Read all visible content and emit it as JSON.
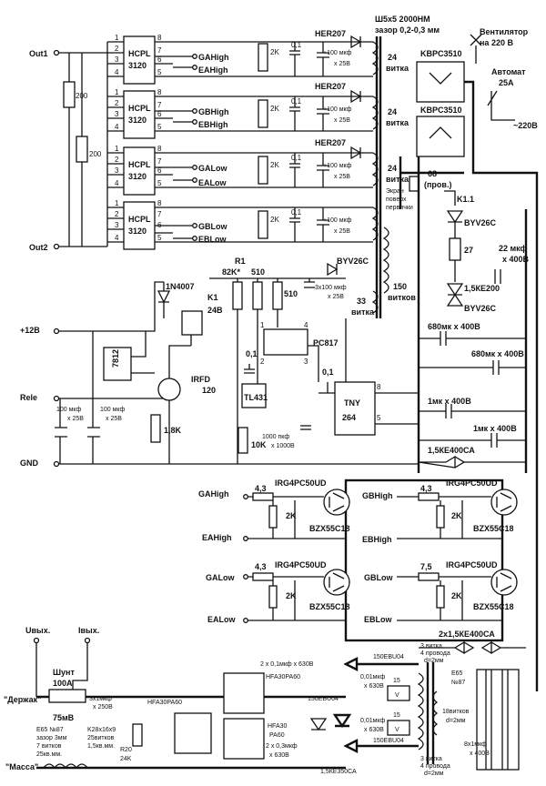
{
  "optocouplers": [
    {
      "name": "HCPL",
      "num": "3120",
      "out1": "GAHigh",
      "out2": "EAHigh"
    },
    {
      "name": "HCPL",
      "num": "3120",
      "out1": "GBHigh",
      "out2": "EBHigh"
    },
    {
      "name": "HCPL",
      "num": "3120",
      "out1": "GALow",
      "out2": "EALow"
    },
    {
      "name": "HCPL",
      "num": "3120",
      "out1": "GBLow",
      "out2": "EBLow"
    }
  ],
  "pins": {
    "p1": "1",
    "p2": "2",
    "p3": "3",
    "p4": "4",
    "p5": "5",
    "p6": "6",
    "p7": "7",
    "p8": "8"
  },
  "inputs": {
    "out1": "Out1",
    "out2": "Out2",
    "v12": "+12В",
    "rele": "Rele",
    "gnd": "GND"
  },
  "resistors": {
    "r200a": "200",
    "r200b": "200",
    "r2k": "2K",
    "r1_label": "R1",
    "r1_val": "82K*",
    "r510a": "510",
    "r510b": "510",
    "r18k": "1,8K",
    "r10k": "10K",
    "r27": "27",
    "r43a": "4,3",
    "r43b": "4,3",
    "r43c": "4,3",
    "r75": "7,5",
    "r2kg": "2K",
    "r20": "R20",
    "r20v": "24K"
  },
  "caps": {
    "c01": "0,1",
    "c100": "+100 мкф",
    "c25": "х 25В",
    "c3x100": "3х100 мкф",
    "c3x25": "х 25В",
    "c01b": "0,1",
    "c01c": "0,1",
    "c1000": "1000 пкф",
    "c1000v": "х 1000В",
    "c100a": "100 мкф",
    "c100b": "100 мкф",
    "c25a": "х 25В",
    "c25b": "х 25В",
    "c22": "22 мкф",
    "c22v": "х 400В",
    "c680a": "680мк х 400В",
    "c680b": "680мк х 400В",
    "c1mka": "1мк х 400В",
    "c1mkb": "1мк х 400В",
    "c2x01": "2 х 0,1мкф х 630В",
    "c3x1": "3х1мкф",
    "c3x1v": "х 250В",
    "c2x03": "2 х 0,3мкф",
    "c2x03v": "х 630В",
    "c001a": "0,01мкф",
    "c001av": "х 630В",
    "c001b": "0,01мкф",
    "c001bv": "х 630В",
    "c8x1": "8х1мкф",
    "c8x1v": "х 400В"
  },
  "diodes": {
    "her207": "HER207",
    "byv26c": "BYV26C",
    "d1n4007": "1N4007",
    "ke15": "1,5КЕ200",
    "ke400": "1,5КЕ400СА",
    "ke400x2": "2х1,5КЕ400СА",
    "ebu150a": "150EBU04",
    "ebu150b": "150EBU04",
    "ebu150c": "150EBU04",
    "hfa1": "HFA30PA60",
    "hfa2": "HFA30PA60",
    "hfa3a": "HFA30",
    "hfa3b": "PA60",
    "ke350": "1,5КЕ350СА",
    "bzx": "BZX55C18"
  },
  "bridges": {
    "b1": "KBPC3510",
    "b2": "KBPC3510"
  },
  "transformer": {
    "core": "Ш5х5 2000НМ",
    "gap": "зазор 0,2-0,3 мм",
    "turns": "24",
    "turns_word": "витка",
    "turns_150": "150",
    "turns_150w": "витков",
    "turns_33": "33",
    "screen1": "Экран",
    "screen2": "поверх",
    "screen3": "первички"
  },
  "ics": {
    "k1": "K1",
    "k1v": "24В",
    "k11": "K1.1",
    "ic7812": "7812",
    "irfd": "IRFD",
    "irfd_n": "120",
    "tl431": "TL431",
    "pc817": "PC817",
    "tny": "TNY",
    "tny_n": "264"
  },
  "igbt": {
    "name": "IRG4PC50UD",
    "gahigh": "GAHigh",
    "eahigh": "EAHigh",
    "gbhigh": "GBHigh",
    "ebhigh": "EBHigh",
    "galow": "GALow",
    "ealow": "EALow",
    "gblow": "GBLow",
    "eblow": "EBLow"
  },
  "fan": {
    "l1": "Вентилятор",
    "l2": "на 220 В"
  },
  "breaker": {
    "l1": "Автомат",
    "l2": "25А"
  },
  "mains": "~220В",
  "thermo": {
    "l1": "68",
    "l2": "(пров.)"
  },
  "output": {
    "uout": "Uвых.",
    "iout": "Iвых.",
    "holder": "\"Держак\"",
    "mass": "\"Масса\"",
    "shunt1": "Шунт",
    "shunt2": "100А",
    "shunt3": "75мВ"
  },
  "chokes": {
    "e65a": "Е65 №87",
    "e65b": "зазор 3мм",
    "e65c": "7 витков",
    "e65d": "25кв.мм.",
    "k28a": "K28х16х9",
    "k28b": "25витков",
    "k28c": "1,5кв.мм.",
    "e65t1": "Е65",
    "e65t2": "№87",
    "sec18a": "18витков",
    "sec18b": "d=2мм",
    "sec3a": "3 витка",
    "sec3b": "4 провода",
    "sec3c": "d=2мм",
    "v15": "15",
    "v": "V"
  }
}
